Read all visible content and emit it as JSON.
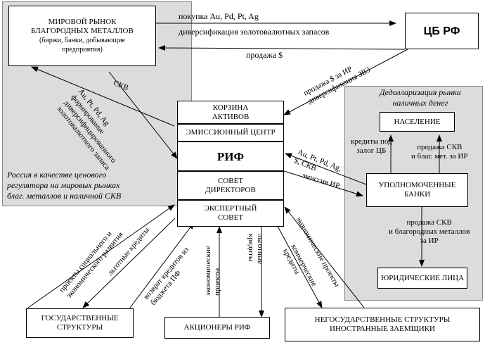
{
  "boxes": {
    "world_market": [
      "МИРОВОЙ РЫНОК",
      "БЛАГОРОДНЫХ МЕТАЛЛОВ"
    ],
    "world_market_sub": [
      "(биржи, банки, добывающие",
      "предприятия)"
    ],
    "cb": "ЦБ РФ",
    "basket": [
      "КОРЗИНА",
      "АКТИВОВ"
    ],
    "emission": "ЭМИССИОННЫЙ ЦЕНТР",
    "rif": "РИФ",
    "board": [
      "СОВЕТ",
      "ДИРЕКТОРОВ"
    ],
    "expert": [
      "ЭКСПЕРТНЫЙ",
      "СОВЕТ"
    ],
    "population": "НАСЕЛЕНИЕ",
    "banks": [
      "УПОЛНОМОЧЕННЫЕ",
      "БАНКИ"
    ],
    "legal": "ЮРИДИЧЕСКИЕ ЛИЦА",
    "gov": [
      "ГОСУДАРСТВЕННЫЕ",
      "СТРУКТУРЫ"
    ],
    "shareholders": "АКЦИОНЕРЫ РИФ",
    "nongov": [
      "НЕГОСУДАРСТВЕННЫЕ СТРУКТУРЫ",
      "ИНОСТРАННЫЕ ЗАЕМЩИКИ"
    ]
  },
  "regions": {
    "left_caption": [
      "Россия в качестве ценового",
      "регулятора на мировых рынках",
      "благ. металлов и наличной СКВ"
    ],
    "right_caption": [
      "Дедолларизация рынка",
      "наличных денег"
    ]
  },
  "labels": {
    "buy": "покупка Au, Pd, Pt, Ag",
    "diversification": "диверсификация золотовалютных запасов",
    "sell_usd": "продажа $",
    "skv": "СКВ",
    "forming": [
      "Au, Pt, Pd, Ag",
      "формирование",
      "диверсифицированного",
      "золотовалютного запаса"
    ],
    "cb_rif": [
      "продажа $ за ИР",
      "диверсификация ЗВЗ"
    ],
    "credits_pop": [
      "кредиты под",
      "залог ЦБ"
    ],
    "sell_pop": [
      "продажа СКВ",
      "и благ. мет. за ИР"
    ],
    "banks_rif": [
      "Au, Pt, Pd, Ag,",
      "$, СКВ"
    ],
    "emission_ir": "эмиссия ИР",
    "sell_legal": [
      "продажа СКВ",
      "и благородных металлов",
      "за ИР"
    ],
    "gov_projects": [
      "проекты социального и",
      "экономического развития"
    ],
    "gov_credits": "льготные кредиты",
    "gov_return": [
      "возврат кредитов из",
      "бюджета ПФ"
    ],
    "sh_projects": [
      "экономические",
      "проекты"
    ],
    "sh_credits": [
      "льготные",
      "кредиты"
    ],
    "ng_projects": "экономические проекты",
    "ng_credits": [
      "коммерческие",
      "кредиты"
    ]
  }
}
